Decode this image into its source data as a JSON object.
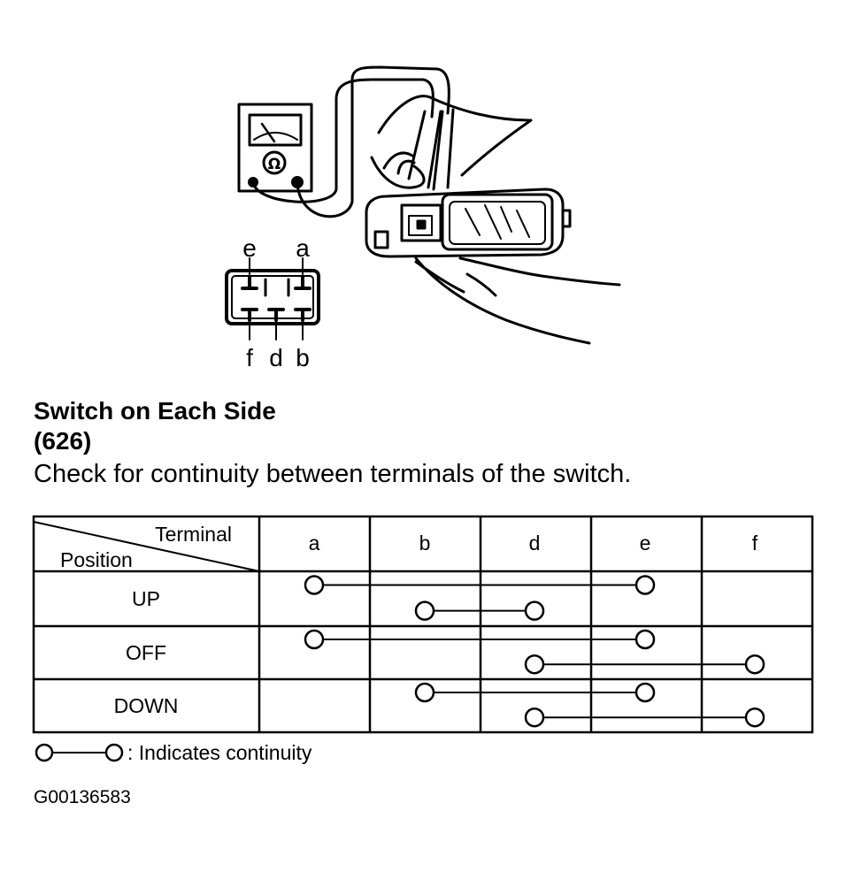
{
  "connector": {
    "top_labels": [
      "e",
      "a"
    ],
    "bottom_labels": [
      "f",
      "d",
      "b"
    ]
  },
  "heading": "Switch on Each Side",
  "subheading": "(626)",
  "instruction": "Check for continuity between terminals of the switch.",
  "table": {
    "corner_top": "Terminal",
    "corner_bottom": "Position",
    "terminals": [
      "a",
      "b",
      "d",
      "e",
      "f"
    ],
    "positions": [
      "UP",
      "OFF",
      "DOWN"
    ],
    "continuity": [
      {
        "position": "UP",
        "pairs": [
          [
            "a",
            "e"
          ],
          [
            "b",
            "d"
          ]
        ]
      },
      {
        "position": "OFF",
        "pairs": [
          [
            "a",
            "e"
          ],
          [
            "d",
            "f"
          ]
        ]
      },
      {
        "position": "DOWN",
        "pairs": [
          [
            "b",
            "e"
          ],
          [
            "d",
            "f"
          ]
        ]
      }
    ]
  },
  "legend": {
    "text": ": Indicates continuity"
  },
  "figure_id": "G00136583"
}
